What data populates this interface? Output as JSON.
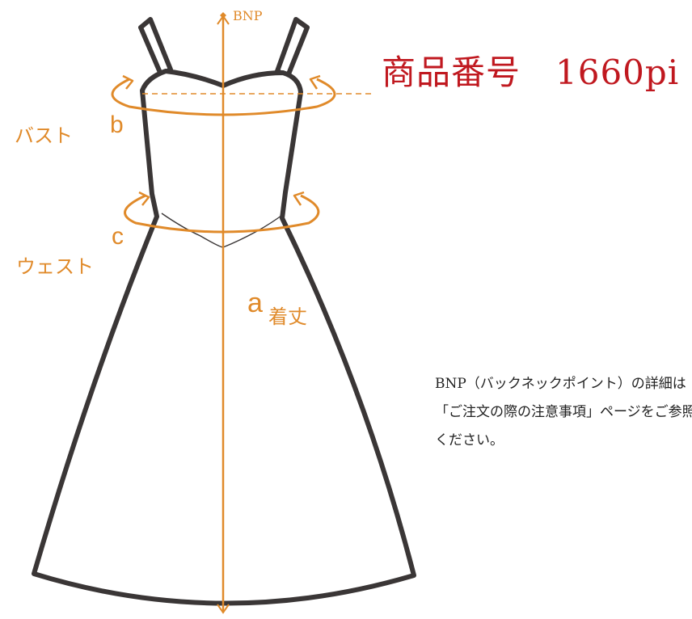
{
  "title": "商品番号　1660pi",
  "labels": {
    "bnp": "BNP",
    "bust": "バスト",
    "bust_letter": "b",
    "waist": "ウェスト",
    "waist_letter": "c",
    "length_letter": "a",
    "length": "着丈"
  },
  "note": "BNP（バックネックポイント）の詳細は「ご注文の際の注意事項」ページをご参照ください。",
  "colors": {
    "measure": "#e08a2a",
    "outline": "#3a3636",
    "title": "#c0181f",
    "text": "#222222"
  }
}
